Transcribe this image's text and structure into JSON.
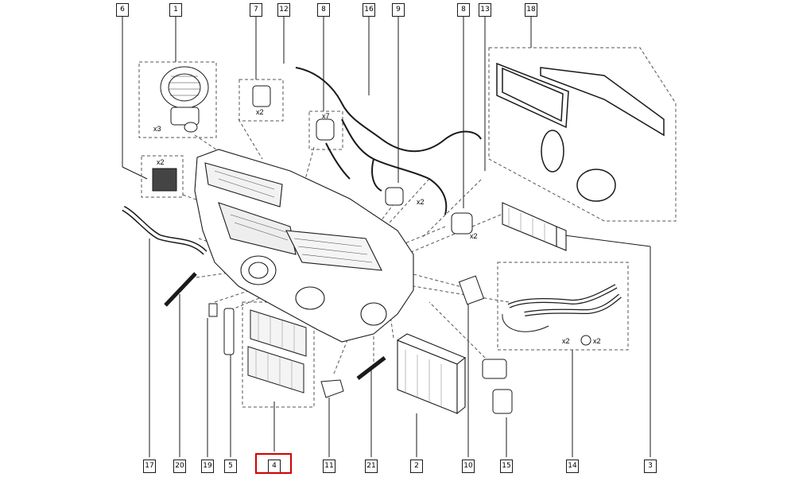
{
  "callouts_top": [
    "6",
    "1",
    "7",
    "12",
    "8",
    "16",
    "9",
    "8",
    "13",
    "18"
  ],
  "callouts_bottom": [
    "17",
    "20",
    "19",
    "5",
    "4",
    "11",
    "21",
    "2",
    "10",
    "15",
    "14",
    "3"
  ],
  "qty_labels": [
    "x3",
    "x2",
    "x2",
    "x7",
    "x2",
    "x2",
    "x2",
    "x2"
  ],
  "highlight": {
    "ref": "4",
    "color": "#d00000"
  },
  "colors": {
    "line": "#1a1a1a",
    "dash": "#555555"
  }
}
